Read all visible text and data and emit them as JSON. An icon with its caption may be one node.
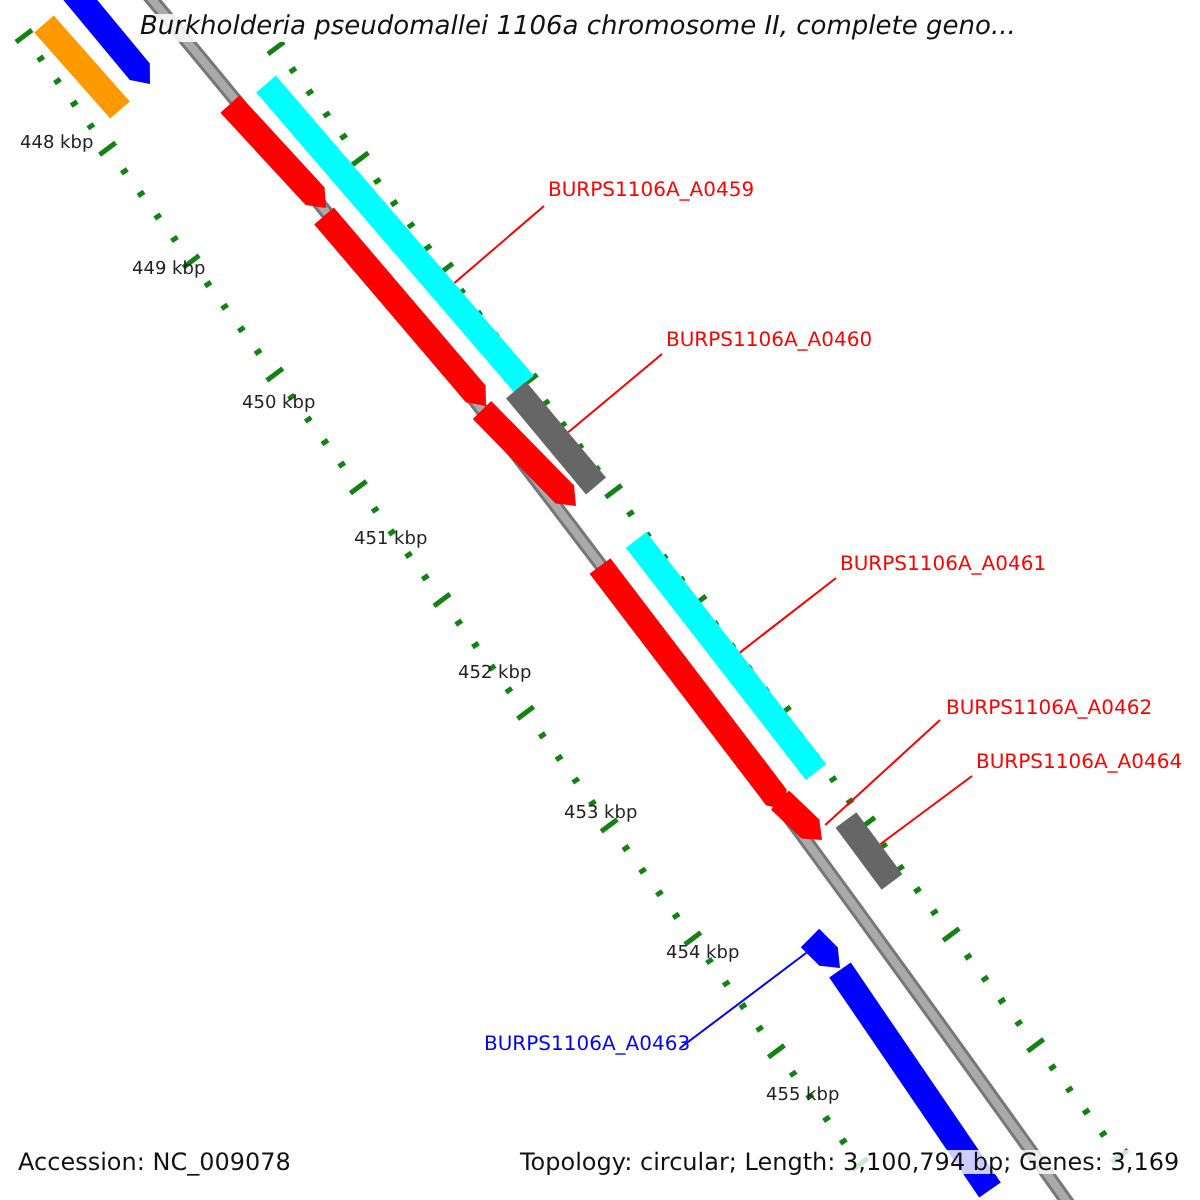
{
  "diagram": {
    "title": "Burkholderia pseudomallei 1106a chromosome II, complete geno...",
    "nodes": [
      {
        "text": [
          "BURPS1106A_A0459"
        ]
      },
      {
        "text": [
          "BURPS1106A_A0460"
        ]
      },
      {
        "text": [
          "BURPS1106A_A0461"
        ]
      },
      {
        "text": [
          "BURPS1106A_A0462"
        ]
      },
      {
        "text": [
          "BURPS1106A_A0464"
        ]
      },
      {
        "text": [
          "BURPS1106A_A0463"
        ]
      },
      {
        "text": [],
        "shape": "bar"
      },
      {
        "text": [],
        "shape": "bar"
      },
      {
        "text": [],
        "shape": "bar"
      },
      {
        "text": [],
        "shape": "bar"
      },
      {
        "text": [],
        "shape": "bar"
      },
      {
        "text": [],
        "shape": "bar"
      },
      {
        "text": [],
        "shape": "bar"
      },
      {
        "text": [],
        "shape": "bar"
      },
      {
        "text": [],
        "shape": "bar"
      },
      {
        "text": [],
        "shape": "bar"
      },
      {
        "text": [],
        "shape": "bar"
      },
      {
        "text": [],
        "shape": "bar"
      },
      {
        "text": [],
        "shape": "bar"
      }
    ],
    "edges": [
      {
        "from": 0,
        "to": 6,
        "arrow": "none"
      },
      {
        "from": 1,
        "to": 7,
        "arrow": "none"
      },
      {
        "from": 2,
        "to": 8,
        "arrow": "none"
      },
      {
        "from": 3,
        "to": 9,
        "arrow": "none"
      },
      {
        "from": 4,
        "to": 10,
        "arrow": "none"
      },
      {
        "from": 5,
        "to": 11,
        "arrow": "none",
        "color": "#0000ff"
      }
    ],
    "labels": [
      "448 kbp",
      "449 kbp",
      "450 kbp",
      "451 kbp",
      "452 kbp",
      "453 kbp",
      "454 kbp",
      "455 kbp",
      "Accession: NC_009078",
      "Topology: circular; Length: 3,100,794 bp; Genes: 3,169"
    ]
  }
}
